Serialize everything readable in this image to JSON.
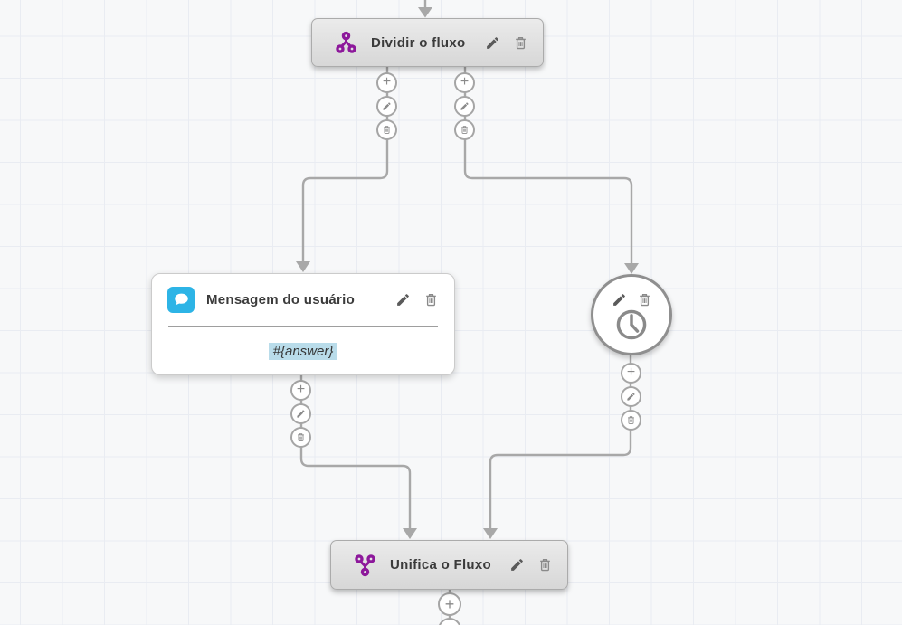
{
  "colors": {
    "canvas_bg": "#f7f8f9",
    "grid_line": "#e9ecf2",
    "wire": "#a8a8a8",
    "node_bar_top": "#ebebeb",
    "node_bar_bottom": "#d7d7d7",
    "node_border": "#ababab",
    "accent_purple": "#8d189b",
    "message_blue": "#2db4e6",
    "answer_highlight": "#b9dcea",
    "icon_grey": "#8a8a8a",
    "edit_icon_grey": "#5a5a5a",
    "title_text": "#3b3b3b"
  },
  "nodes": {
    "split": {
      "title": "Dividir o fluxo",
      "icon": "split-icon"
    },
    "user_message": {
      "title": "Mensagem do usuário",
      "icon": "chat-bubble-icon",
      "body": "#{answer}"
    },
    "timer": {
      "icon": "clock-icon"
    },
    "merge": {
      "title": "Unifica o Fluxo",
      "icon": "merge-icon"
    }
  },
  "port_actions": [
    "add",
    "edit",
    "delete"
  ],
  "icons": {
    "edit": "pencil-icon",
    "delete": "trash-icon",
    "add": "plus-icon",
    "split": "split-icon",
    "merge": "merge-icon",
    "message": "chat-bubble-icon",
    "timer": "clock-icon"
  },
  "glyphs": {
    "plus": "+"
  }
}
